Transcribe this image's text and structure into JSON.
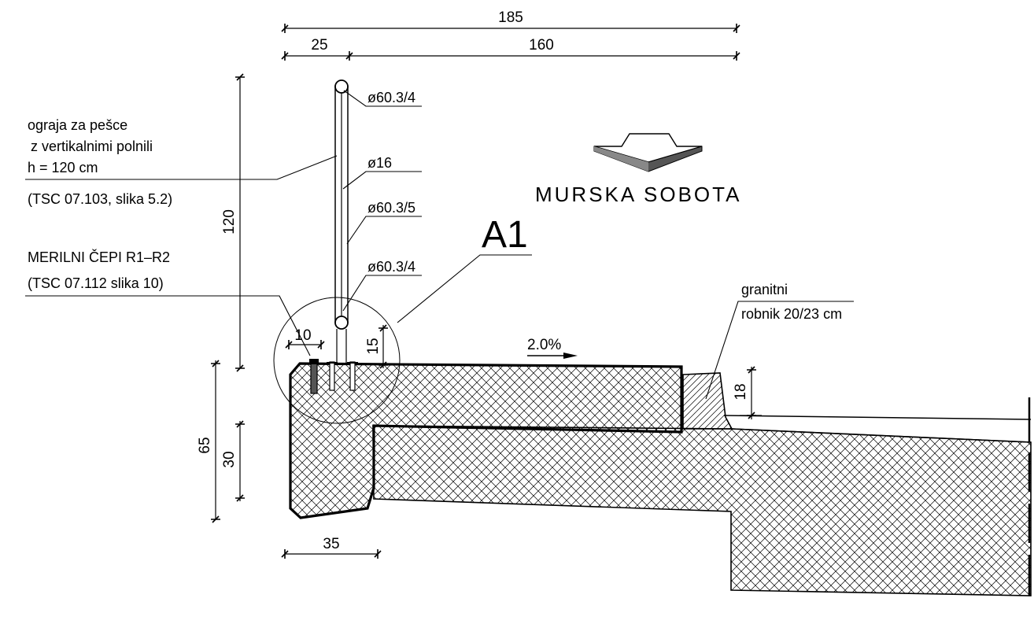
{
  "dimensions": {
    "total_width": "185",
    "left_width": "25",
    "right_width": "160",
    "railing_height": "120",
    "bolt_spacing": "10",
    "top_offset": "15",
    "cap_height": "65",
    "lower_height": "30",
    "cap_width": "35",
    "curb_height": "18"
  },
  "callouts": {
    "top_rail": "ø60.3/4",
    "vertical_bar": "ø16",
    "post": "ø60.3/5",
    "bottom_rail": "ø60.3/4",
    "detail_ref": "A1",
    "slope": "2.0%"
  },
  "labels": {
    "railing_line1": "ograja za pešce",
    "railing_line2": "z vertikalnimi polnili",
    "railing_line3": "h = 120 cm",
    "railing_ref": "(TSC 07.103, slika 5.2)",
    "plugs_line1": "MERILNI ČEPI  R1–R2",
    "plugs_ref": "(TSC 07.112 slika 10)",
    "curb_line1": "granitni",
    "curb_line2": "robnik 20/23 cm"
  },
  "direction": {
    "destination": "MURSKA SOBOTA"
  }
}
